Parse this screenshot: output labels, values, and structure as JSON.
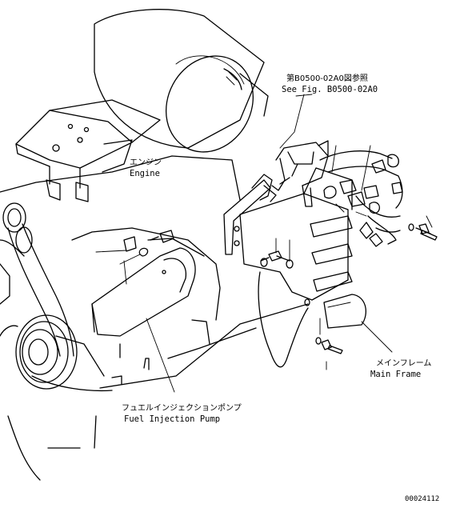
{
  "labels": {
    "see_fig_jp": "第B0500-02A0図参照",
    "see_fig_en": "See Fig. B0500-02A0",
    "engine_jp": "エンジン",
    "engine_en": "Engine",
    "main_frame_jp": "メインフレーム",
    "main_frame_en": "Main Frame",
    "fuel_pump_jp": "フュエルインジェクションポンプ",
    "fuel_pump_en": "Fuel Injection Pump",
    "drawing_number": "00024112"
  },
  "colors": {
    "ink": "#000000",
    "paper": "#ffffff"
  }
}
